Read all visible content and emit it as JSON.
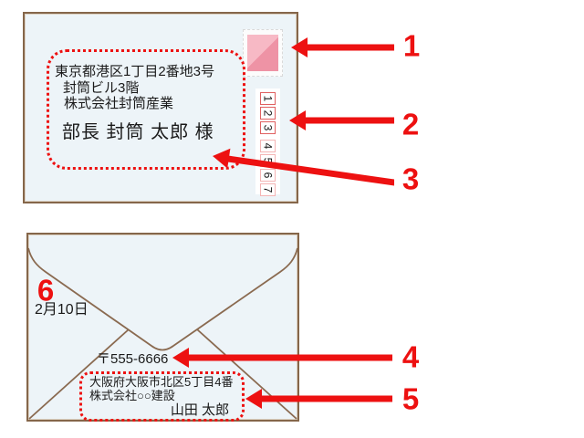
{
  "colors": {
    "callout_red": "#ed1111",
    "envelope_border_brown": "#85664a",
    "envelope_background": "#edf4f8",
    "stamp_pink_light": "#f7b9c5",
    "stamp_pink_dark": "#ee93a5",
    "postal_box_border_red": "#e06060",
    "postal_box_border_pink": "#f4b4b4"
  },
  "front_envelope": {
    "recipient_address": {
      "line1": "東京都港区1丁目2番地3号",
      "line2": "封筒ビル3階",
      "line3": "株式会社封筒産業",
      "recipient": "部長 封筒 太郎 様"
    },
    "postal_code_digits": [
      "1",
      "2",
      "3",
      "4",
      "5",
      "6",
      "7"
    ]
  },
  "back_envelope": {
    "date": "2月10日",
    "postal_code": "〒555-6666",
    "sender": {
      "line1": "大阪府大阪市北区5丁目4番",
      "line2": "株式会社○○建設",
      "line3": "山田 太郎"
    }
  },
  "callouts": {
    "c1": "1",
    "c2": "2",
    "c3": "3",
    "c4": "4",
    "c5": "5",
    "c6": "6"
  }
}
